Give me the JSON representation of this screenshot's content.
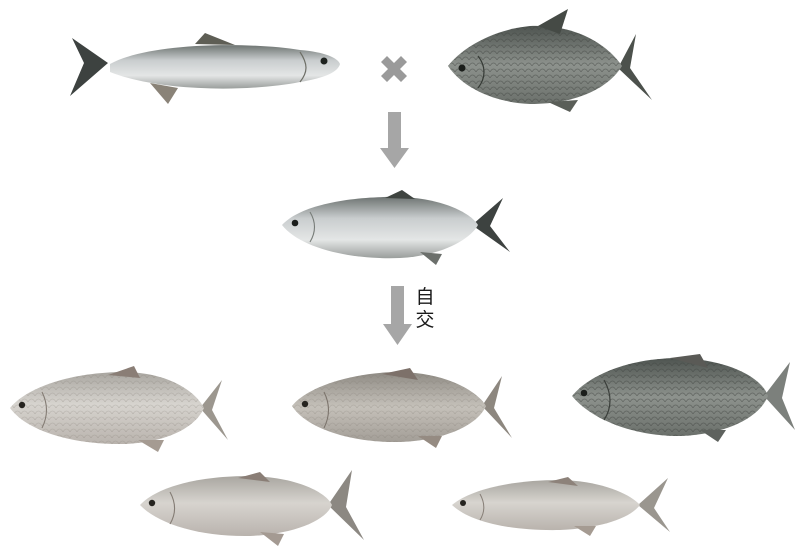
{
  "diagram": {
    "cross_symbol": "cross-icon",
    "selfing_label": [
      "自",
      "交"
    ],
    "rows": [
      {
        "role": "parents",
        "items": [
          "slender-silver-fish",
          "deep-bodied-scaled-fish"
        ]
      },
      {
        "role": "hybrid",
        "items": [
          "hybrid-fish"
        ]
      },
      {
        "role": "offspring",
        "items": [
          "offspring-fish-1",
          "offspring-fish-2",
          "offspring-fish-3",
          "offspring-fish-4",
          "offspring-fish-5"
        ]
      }
    ],
    "colors": {
      "arrow": "#a6a6a6",
      "cross": "#9a9a9a",
      "silver_body": "#bfc3c4",
      "dark_scales": "#6f7470"
    }
  }
}
